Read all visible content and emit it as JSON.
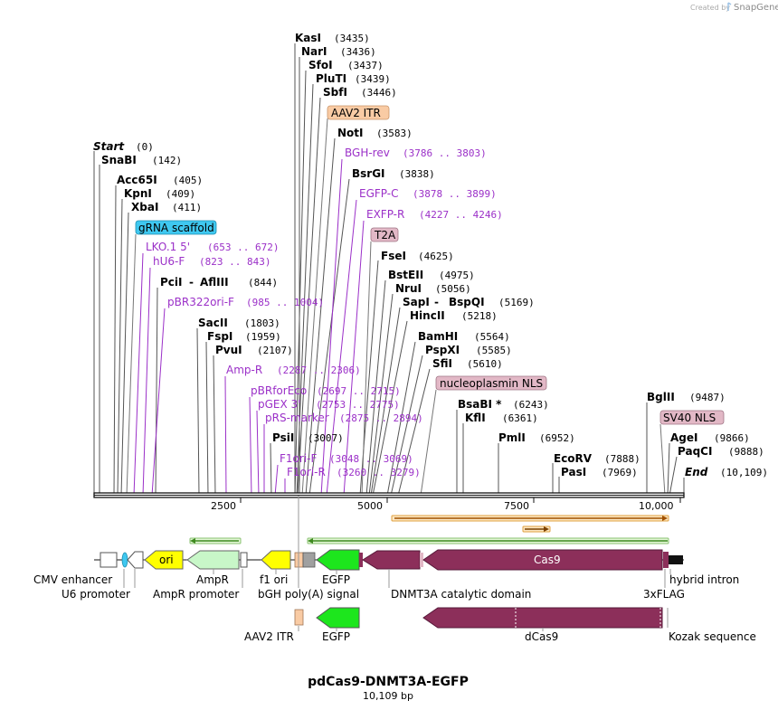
{
  "credit": {
    "text": "Created by",
    "brand": "SnapGene"
  },
  "title": "pdCas9-DNMT3A-EGFP",
  "subtitle": "10,109 bp",
  "ruler": {
    "ticks": [
      "2500",
      "5000",
      "7500",
      "10,000"
    ]
  },
  "sites": [
    {
      "name": "KasI",
      "pos": "(3435)"
    },
    {
      "name": "NarI",
      "pos": "(3436)"
    },
    {
      "name": "SfoI",
      "pos": "(3437)"
    },
    {
      "name": "PluTI",
      "pos": "(3439)"
    },
    {
      "name": "SbfI",
      "pos": "(3446)"
    },
    {
      "name": "NotI",
      "pos": "(3583)"
    },
    {
      "name": "BsrGI",
      "pos": "(3838)"
    },
    {
      "name": "FseI",
      "pos": "(4625)"
    },
    {
      "name": "BstEII",
      "pos": "(4975)"
    },
    {
      "name": "NruI",
      "pos": "(5056)"
    },
    {
      "name": "SapI",
      "name2": "BspQI",
      "pos": "(5169)"
    },
    {
      "name": "HincII",
      "pos": "(5218)"
    },
    {
      "name": "BamHI",
      "pos": "(5564)"
    },
    {
      "name": "PspXI",
      "pos": "(5585)"
    },
    {
      "name": "SfiI",
      "pos": "(5610)"
    },
    {
      "name": "Start",
      "pos": "(0)"
    },
    {
      "name": "SnaBI",
      "pos": "(142)"
    },
    {
      "name": "Acc65I",
      "pos": "(405)"
    },
    {
      "name": "KpnI",
      "pos": "(409)"
    },
    {
      "name": "XbaI",
      "pos": "(411)"
    },
    {
      "name": "PciI",
      "name2": "AflIII",
      "pos": "(844)"
    },
    {
      "name": "SacII",
      "pos": "(1803)"
    },
    {
      "name": "FspI",
      "pos": "(1959)"
    },
    {
      "name": "PvuI",
      "pos": "(2107)"
    },
    {
      "name": "PsiI",
      "pos": "(3007)"
    },
    {
      "name": "BsaBI *",
      "pos": "(6243)"
    },
    {
      "name": "KflI",
      "pos": "(6361)"
    },
    {
      "name": "PmlI",
      "pos": "(6952)"
    },
    {
      "name": "EcoRV",
      "pos": "(7888)"
    },
    {
      "name": "PasI",
      "pos": "(7969)"
    },
    {
      "name": "BglII",
      "pos": "(9487)"
    },
    {
      "name": "AgeI",
      "pos": "(9866)"
    },
    {
      "name": "PaqCI",
      "pos": "(9888)"
    },
    {
      "name": "End",
      "pos": "(10,109)"
    }
  ],
  "primers": [
    {
      "name": "BGH-rev",
      "pos": "(3786 .. 3803)"
    },
    {
      "name": "EGFP-C",
      "pos": "(3878 .. 3899)"
    },
    {
      "name": "EXFP-R",
      "pos": "(4227 .. 4246)"
    },
    {
      "name": "LKO.1 5'",
      "pos": "(653 .. 672)"
    },
    {
      "name": "hU6-F",
      "pos": "(823 .. 843)"
    },
    {
      "name": "pBR322ori-F",
      "pos": "(985 .. 1004)"
    },
    {
      "name": "Amp-R",
      "pos": "(2287 .. 2306)"
    },
    {
      "name": "pBRforEco",
      "pos": "(2697 .. 2715)"
    },
    {
      "name": "pGEX 3'",
      "pos": "(2753 .. 2775)"
    },
    {
      "name": "pRS-marker",
      "pos": "(2875 .. 2894)"
    },
    {
      "name": "F1ori-F",
      "pos": "(3048 .. 3069)"
    },
    {
      "name": "F1ori-R",
      "pos": "(3260 .. 3279)"
    }
  ],
  "boxed_features": [
    {
      "name": "AAV2 ITR",
      "color": "#f9cba4"
    },
    {
      "name": "gRNA scaffold",
      "color": "#3fc8f0"
    },
    {
      "name": "T2A",
      "color": "#e2b8c6"
    },
    {
      "name": "nucleoplasmin NLS",
      "color": "#e2b8c6"
    },
    {
      "name": "SV40 NLS",
      "color": "#e2b8c6"
    }
  ],
  "features": {
    "ori": "ori",
    "cas9": "Cas9"
  },
  "feature_labels": [
    "CMV enhancer",
    "U6 promoter",
    "AmpR",
    "AmpR promoter",
    "f1 ori",
    "bGH poly(A) signal",
    "EGFP",
    "DNMT3A catalytic domain",
    "hybrid intron",
    "3xFLAG"
  ],
  "lower_labels": [
    "AAV2 ITR",
    "EGFP",
    "dCas9",
    "Kozak sequence"
  ],
  "colors": {
    "egfp": "#1de61d",
    "cas9": "#8c2f5a",
    "ori": "#ffff00",
    "ampr": "#c8f7c8",
    "primer": "#9b30c8",
    "orf_orange": "#f0a030",
    "orf_green": "#4caf2a"
  }
}
